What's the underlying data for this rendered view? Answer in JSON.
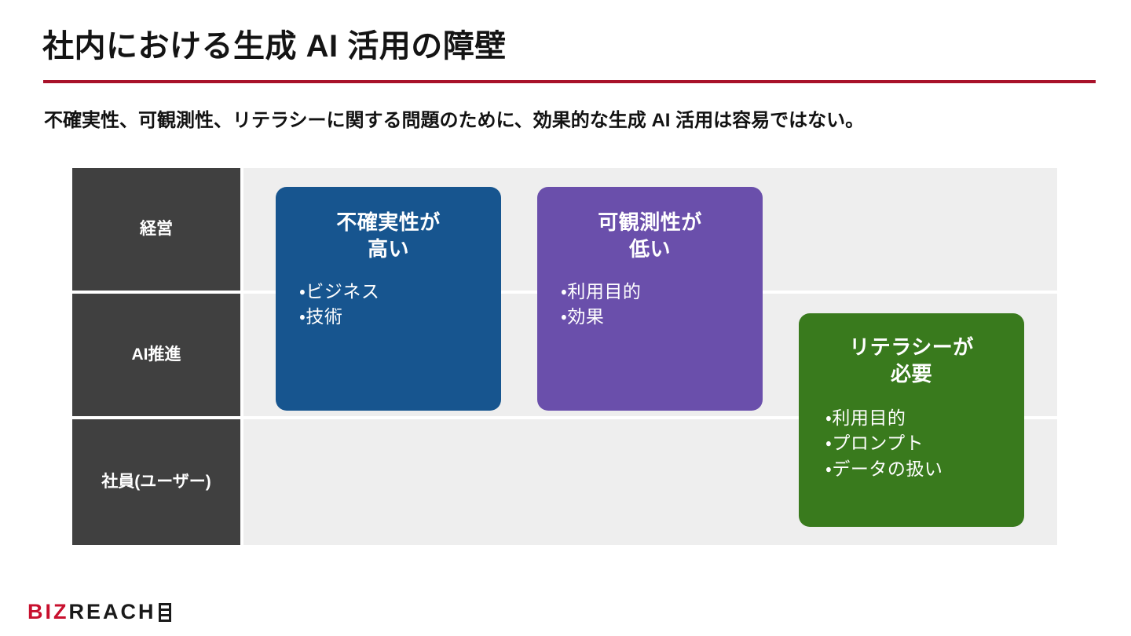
{
  "slide": {
    "title": "社内における生成 AI 活用の障壁",
    "subtitle": "不確実性、可観測性、リテラシーに関する問題のために、効果的な生成 AI 活用は容易ではない。",
    "rule_color": "#a8122a",
    "background_color": "#ffffff"
  },
  "matrix": {
    "row_label_bg": "#404040",
    "row_body_bg": "#eeeeee",
    "rows": [
      {
        "label": "経営"
      },
      {
        "label": "AI推進"
      },
      {
        "label": "社員\n（ユーザー）"
      }
    ],
    "row_labels_plain": {
      "management": "経営",
      "ai_promotion": "AI推進",
      "employee_line1": "社員",
      "employee_line2": "(ユーザー)"
    }
  },
  "cards": [
    {
      "id": "uncertainty",
      "heading_line1": "不確実性が",
      "heading_line2": "高い",
      "bullets": [
        "・ビジネス",
        "・技術"
      ],
      "color": "#17558f",
      "spans_rows": [
        "経営",
        "AI推進"
      ]
    },
    {
      "id": "observability",
      "heading_line1": "可観測性が",
      "heading_line2": "低い",
      "bullets": [
        "・利用目的",
        "・効果"
      ],
      "color": "#6a4fab",
      "spans_rows": [
        "経営",
        "AI推進"
      ]
    },
    {
      "id": "literacy",
      "heading_line1": "リテラシーが",
      "heading_line2": "必要",
      "bullets": [
        "・利用目的",
        "・プロンプト",
        "・データの扱い"
      ],
      "color": "#397a1d",
      "spans_rows": [
        "AI推進",
        "社員（ユーザー）"
      ]
    }
  ],
  "logo": {
    "part_red": "BIZ",
    "part_dark": "REACH",
    "red_color": "#c8102e",
    "dark_color": "#1a1a1a",
    "mark": "ladder-mark"
  }
}
